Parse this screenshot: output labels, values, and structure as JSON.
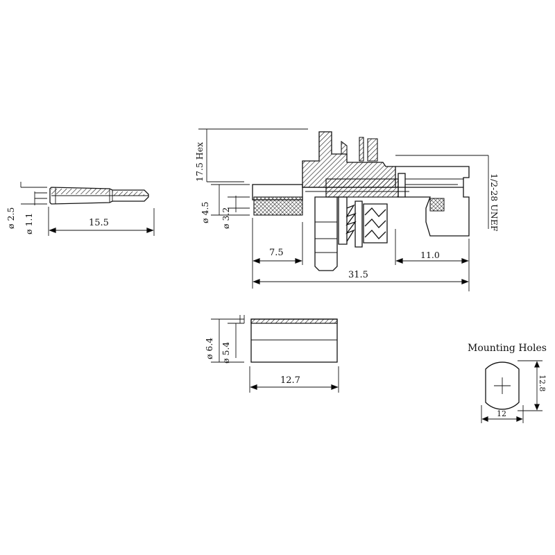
{
  "pin": {
    "dia_outer": "ø 2.5",
    "dia_inner": "ø 1.1",
    "length": "15.5"
  },
  "jack": {
    "hex": "17.5 Hex",
    "dia_a": "ø 4.5",
    "dia_b": "ø 3.2",
    "len_crimp": "7.5",
    "len_front": "11.0",
    "len_total": "31.5",
    "thread": "1/2-28 UNEF"
  },
  "ferrule": {
    "dia_outer": "ø 6.4",
    "dia_inner": "ø 5.4",
    "length": "12.7"
  },
  "mounting": {
    "title": "Mounting Holes",
    "width": "12",
    "height": "12.8"
  }
}
